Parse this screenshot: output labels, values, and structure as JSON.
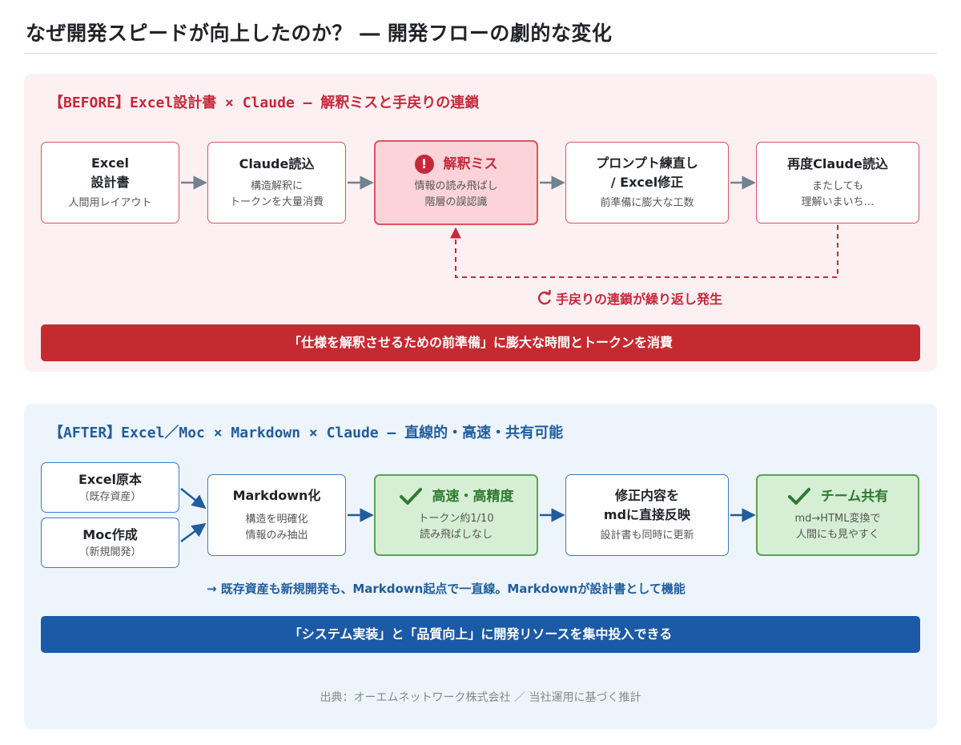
{
  "title": "なぜ開発スピードが向上したのか？ ― 開発フローの劇的な変化",
  "before": {
    "heading": "【BEFORE】Excel設計書 × Claude ― 解釈ミスと手戻りの連鎖",
    "steps": [
      {
        "title1": "Excel",
        "title2": "設計書",
        "sub1": "人間用レイアウト"
      },
      {
        "title1": "Claude読込",
        "sub1": "構造解釈に",
        "sub2": "トークンを大量消費"
      },
      {
        "title1": "解釈ミス",
        "sub1": "情報の読み飛ばし",
        "sub2": "階層の誤認識",
        "icon": "exclamation-icon"
      },
      {
        "title1": "プロンプト練直し",
        "title2": "/ Excel修正",
        "sub1": "前準備に膨大な工数"
      },
      {
        "title1": "再度Claude読込",
        "sub1": "またしても",
        "sub2": "理解いまいち…"
      }
    ],
    "loop_label": "手戻りの連鎖が繰り返し発生",
    "banner": "「仕様を解釈させるための前準備」に膨大な時間とトークンを消費",
    "colors": {
      "accent": "#c6283a",
      "banner": "#c62a31",
      "panel": "#fdf0f2"
    }
  },
  "after": {
    "heading": "【AFTER】Excel／Moc × Markdown × Claude ― 直線的・高速・共有可能",
    "sources": [
      {
        "title": "Excel原本",
        "sub": "（既存資産）"
      },
      {
        "title": "Moc作成",
        "sub": "（新規開発）"
      }
    ],
    "steps": [
      {
        "title1": "Markdown化",
        "sub1": "構造を明確化",
        "sub2": "情報のみ抽出"
      },
      {
        "title1": "高速・高精度",
        "sub1": "トークン約1/10",
        "sub2": "読み飛ばしなし",
        "icon": "check-icon"
      },
      {
        "title1": "修正内容を",
        "title2": "mdに直接反映",
        "sub1": "設計書も同時に更新"
      },
      {
        "title1": "チーム共有",
        "sub1": "md→HTML変換で",
        "sub2": "人間にも見やすく",
        "icon": "check-icon"
      }
    ],
    "note": "→ 既存資産も新規開発も、Markdown起点で一直線。Markdownが設計書として機能",
    "banner": "「システム実装」と「品質向上」に開発リソースを集中投入できる",
    "source": "出典：オーエムネットワーク株式会社 ／ 当社運用に基づく推計",
    "colors": {
      "accent": "#1f5d9c",
      "banner": "#1b5aa6",
      "ok": "#2f7a33",
      "panel": "#eef4fc"
    }
  }
}
